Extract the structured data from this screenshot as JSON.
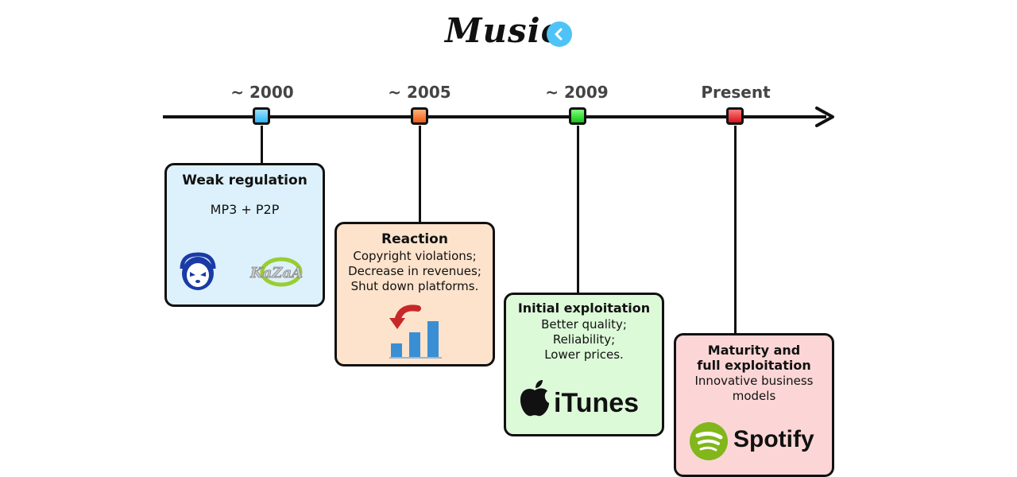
{
  "title": "Music",
  "icons": {
    "back": "chevron-left-icon",
    "napster": "napster-logo",
    "kazaa": "kazaa-logo",
    "decline": "declining-chart-icon",
    "apple": "apple-logo",
    "spotify": "spotify-logo"
  },
  "colors": {
    "blue": "#4fc3f7",
    "orange": "#f47a2c",
    "green": "#2ecc40",
    "red": "#e8272c"
  },
  "milestones": [
    {
      "year": "~ 2000",
      "heading": "Weak regulation",
      "lines": [
        "MP3 + P2P"
      ],
      "logo_text": "KaZaA"
    },
    {
      "year": "~ 2005",
      "heading": "Reaction",
      "lines": [
        "Copyright violations;",
        "Decrease in revenues;",
        "Shut down platforms."
      ]
    },
    {
      "year": "~ 2009",
      "heading": "Initial exploitation",
      "lines": [
        "Better quality;",
        "Reliability;",
        "Lower prices."
      ],
      "logo_text": "iTunes"
    },
    {
      "year": "Present",
      "heading_lines": [
        "Maturity and",
        "full exploitation"
      ],
      "lines": [
        "Innovative business",
        "models"
      ],
      "logo_text": "Spotify"
    }
  ]
}
